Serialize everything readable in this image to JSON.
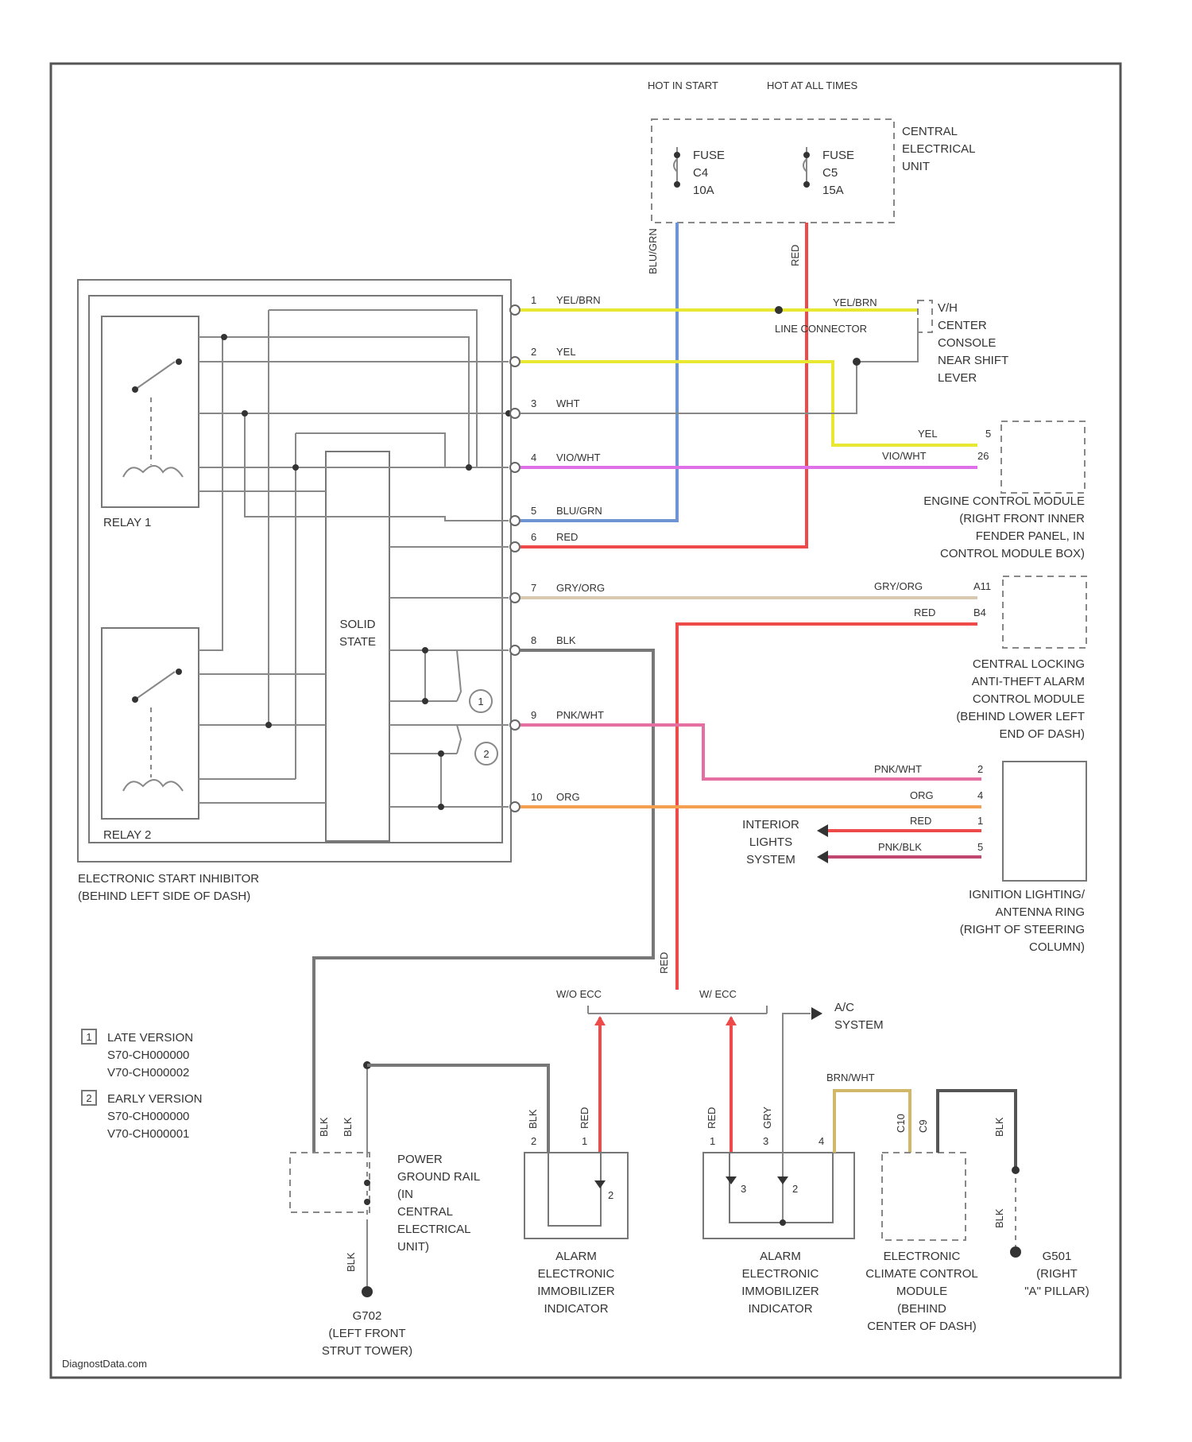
{
  "fuse_panel": {
    "hot_start": "HOT IN START",
    "hot_all": "HOT AT ALL TIMES",
    "fuse_c4": [
      "FUSE",
      "C4",
      "10A"
    ],
    "fuse_c5": [
      "FUSE",
      "C5",
      "15A"
    ],
    "unit": [
      "CENTRAL",
      "ELECTRICAL",
      "UNIT"
    ]
  },
  "riser_labels": {
    "blu_grn": "BLU/GRN",
    "red": "RED"
  },
  "inhibitor": {
    "relay1": "RELAY 1",
    "relay2": "RELAY 2",
    "solid_state": [
      "SOLID",
      "STATE"
    ],
    "caption": [
      "ELECTRONIC START INHIBITOR",
      "(BEHIND LEFT SIDE OF DASH)"
    ],
    "option_markers": [
      "1",
      "2"
    ]
  },
  "pins": [
    {
      "num": "1",
      "wire": "YEL/BRN",
      "color": "#e8e832"
    },
    {
      "num": "2",
      "wire": "YEL",
      "color": "#e8e832"
    },
    {
      "num": "3",
      "wire": "WHT",
      "color": "#cccccc"
    },
    {
      "num": "4",
      "wire": "VIO/WHT",
      "color": "#e070e8"
    },
    {
      "num": "5",
      "wire": "BLU/GRN",
      "color": "#6f94d4"
    },
    {
      "num": "6",
      "wire": "RED",
      "color": "#ee4a4a"
    },
    {
      "num": "7",
      "wire": "GRY/ORG",
      "color": "#d8c8b0"
    },
    {
      "num": "8",
      "wire": "BLK",
      "color": "#666666"
    },
    {
      "num": "9",
      "wire": "PNK/WHT",
      "color": "#e46fa0"
    },
    {
      "num": "10",
      "wire": "ORG",
      "color": "#f5a050"
    }
  ],
  "line_connector": "LINE CONNECTOR",
  "connector_wire": "YEL/BRN",
  "v_connector": [
    "V/H",
    "CENTER",
    "CONSOLE",
    "NEAR SHIFT",
    "LEVER"
  ],
  "ecm": {
    "rows": [
      {
        "wire": "YEL",
        "pin": "5"
      },
      {
        "wire": "VIO/WHT",
        "pin": "26"
      }
    ],
    "caption": [
      "ENGINE CONTROL MODULE",
      "(RIGHT FRONT INNER",
      "FENDER PANEL, IN",
      "CONTROL MODULE BOX)"
    ]
  },
  "clm": {
    "rows": [
      {
        "wire": "GRY/ORG",
        "pin": "A11"
      },
      {
        "wire": "RED",
        "pin": "B4"
      }
    ],
    "caption": [
      "CENTRAL LOCKING",
      "ANTI-THEFT ALARM",
      "CONTROL MODULE",
      "(BEHIND LOWER LEFT",
      "END OF DASH)"
    ]
  },
  "ring": {
    "rows": [
      {
        "wire": "PNK/WHT",
        "pin": "2"
      },
      {
        "wire": "ORG",
        "pin": "4"
      },
      {
        "wire": "RED",
        "pin": "1"
      },
      {
        "wire": "PNK/BLK",
        "pin": "5"
      }
    ],
    "interior": [
      "INTERIOR",
      "LIGHTS",
      "SYSTEM"
    ],
    "caption": [
      "IGNITION LIGHTING/",
      "ANTENNA RING",
      "(RIGHT OF STEERING",
      "COLUMN)"
    ]
  },
  "bottom": {
    "red_vert": "RED",
    "blk_top": "BLK",
    "splice_left": "W/O ECC",
    "splice_right": "W/ ECC",
    "ac": [
      "A/C",
      "SYSTEM"
    ],
    "bus_pin": [
      "RED",
      "BLK"
    ],
    "ground_rail": [
      "POWER",
      "GROUND RAIL",
      "(IN",
      "CENTRAL",
      "ELECTRICAL",
      "UNIT)"
    ],
    "g702": [
      "G702",
      "(LEFT FRONT",
      "STRUT TOWER)"
    ],
    "ind1": {
      "wires": [
        "BLK",
        "RED"
      ],
      "pins": [
        "2",
        "1"
      ],
      "inner": "2",
      "caption": [
        "ALARM",
        "ELECTRONIC",
        "IMMOBILIZER",
        "INDICATOR"
      ]
    },
    "ind2": {
      "wires": [
        "RED",
        "GRY"
      ],
      "pins": [
        "1",
        "3",
        "4"
      ],
      "inner": [
        "3",
        "2"
      ],
      "caption": [
        "ALARM",
        "ELECTRONIC",
        "IMMOBILIZER",
        "INDICATOR"
      ]
    },
    "brn_wht": "BRN/WHT",
    "ecc_pins": [
      "C10",
      "C9"
    ],
    "ecc": [
      "ELECTRONIC",
      "CLIMATE CONTROL",
      "MODULE",
      "(BEHIND",
      "CENTER OF DASH)"
    ],
    "g501": [
      "G501",
      "(RIGHT",
      "\"A\" PILLAR)"
    ]
  },
  "legend": {
    "late": [
      "LATE VERSION",
      "S70-CH000000",
      "V70-CH000002"
    ],
    "early": [
      "EARLY VERSION",
      "S70-CH000000",
      "V70-CH000001"
    ]
  },
  "watermark": "DiagnostData.com"
}
